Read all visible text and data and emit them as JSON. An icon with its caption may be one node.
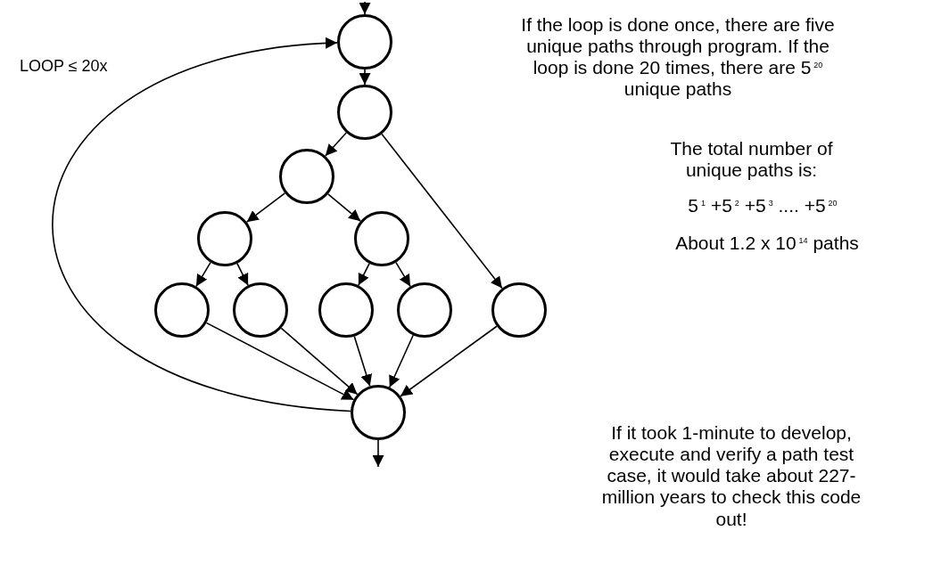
{
  "diagram": {
    "nodes": [
      {
        "text": [],
        "shape": "circle"
      },
      {
        "text": [],
        "shape": "circle"
      },
      {
        "text": [],
        "shape": "circle"
      },
      {
        "text": [],
        "shape": "circle"
      },
      {
        "text": [],
        "shape": "circle"
      },
      {
        "text": [],
        "shape": "circle"
      },
      {
        "text": [],
        "shape": "circle"
      },
      {
        "text": [],
        "shape": "circle"
      },
      {
        "text": [],
        "shape": "circle"
      },
      {
        "text": [],
        "shape": "circle"
      },
      {
        "text": [],
        "shape": "circle"
      }
    ],
    "edges": [
      {
        "from": null,
        "to": 0,
        "arrow": "to"
      },
      {
        "from": 0,
        "to": 1,
        "arrow": "to"
      },
      {
        "from": 1,
        "to": 2,
        "arrow": "to"
      },
      {
        "from": 1,
        "to": 9,
        "arrow": "to"
      },
      {
        "from": 2,
        "to": 3,
        "arrow": "to"
      },
      {
        "from": 2,
        "to": 4,
        "arrow": "to"
      },
      {
        "from": 3,
        "to": 5,
        "arrow": "to"
      },
      {
        "from": 3,
        "to": 6,
        "arrow": "to"
      },
      {
        "from": 4,
        "to": 7,
        "arrow": "to"
      },
      {
        "from": 4,
        "to": 8,
        "arrow": "to"
      },
      {
        "from": 5,
        "to": 10,
        "arrow": "to"
      },
      {
        "from": 6,
        "to": 10,
        "arrow": "to"
      },
      {
        "from": 7,
        "to": 10,
        "arrow": "to"
      },
      {
        "from": 8,
        "to": 10,
        "arrow": "to"
      },
      {
        "from": 9,
        "to": 10,
        "arrow": "to"
      },
      {
        "from": 10,
        "to": 0,
        "arrow": "to",
        "label": "LOOP ≤ 20x"
      },
      {
        "from": 10,
        "to": null,
        "arrow": "to"
      }
    ],
    "labels": [
      "If the loop is done once, there are five unique paths through program. If the loop is done 20 times, there are 5$^{20}$ unique paths",
      "The total number of unique paths is:",
      "5$^{1}$ +5$^{2}$ +5$^{3}$ .... +5$^{20}$",
      "About 1.2 x 10$^{14}$ paths",
      "If it took 1-minute to develop, execute and verify a path test case, it would take about 227-million years to check this code out!"
    ]
  }
}
